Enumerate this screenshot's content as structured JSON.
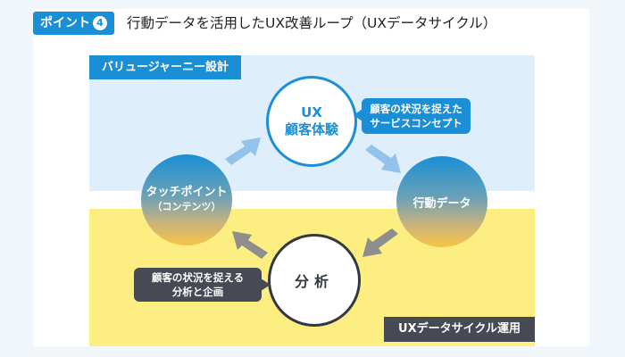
{
  "header": {
    "badge_label": "ポイント",
    "badge_number": "4",
    "title": "行動データを活用したUX改善ループ（UXデータサイクル）"
  },
  "zones": {
    "design_label": "バリュージャーニー設計",
    "operation_label": "UXデータサイクル運用"
  },
  "nodes": {
    "ux": {
      "line1": "UX",
      "line2": "顧客体験"
    },
    "touchpoint": {
      "line1": "タッチポイント",
      "line2": "（コンテンツ）"
    },
    "behavior_data": {
      "label": "行動データ"
    },
    "analysis": {
      "label": "分析"
    }
  },
  "callouts": {
    "ux_concept": {
      "line1": "顧客の状況を捉えた",
      "line2": "サービスコンセプト"
    },
    "analysis_plan": {
      "line1": "顧客の状況を捉える",
      "line2": "分析と企画"
    }
  },
  "colors": {
    "accent_blue": "#1b8fd6",
    "dark": "#474a55",
    "band_blue": "#dfeefb",
    "band_yellow": "#fdee82",
    "arrow_blue": "#93c3ea",
    "arrow_gray": "#8e8e8e"
  }
}
